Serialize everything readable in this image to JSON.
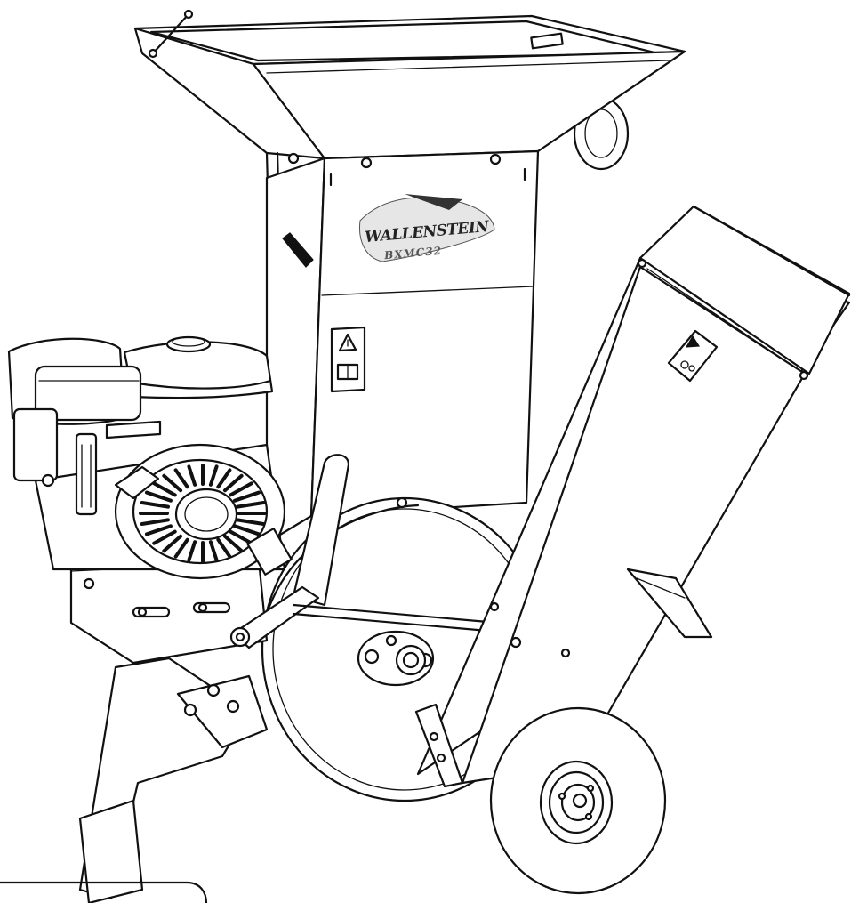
{
  "figure": {
    "subject": "Wallenstein chipper shredder",
    "colors": {
      "line": "#111111",
      "fill": "#ffffff",
      "logo_dark": "#222222"
    }
  },
  "logo": {
    "brand": "WALLENSTEIN",
    "model": "BXMC32"
  },
  "icons": [
    "warning-triangle-icon",
    "read-manual-icon",
    "safety-pictogram-icon"
  ]
}
